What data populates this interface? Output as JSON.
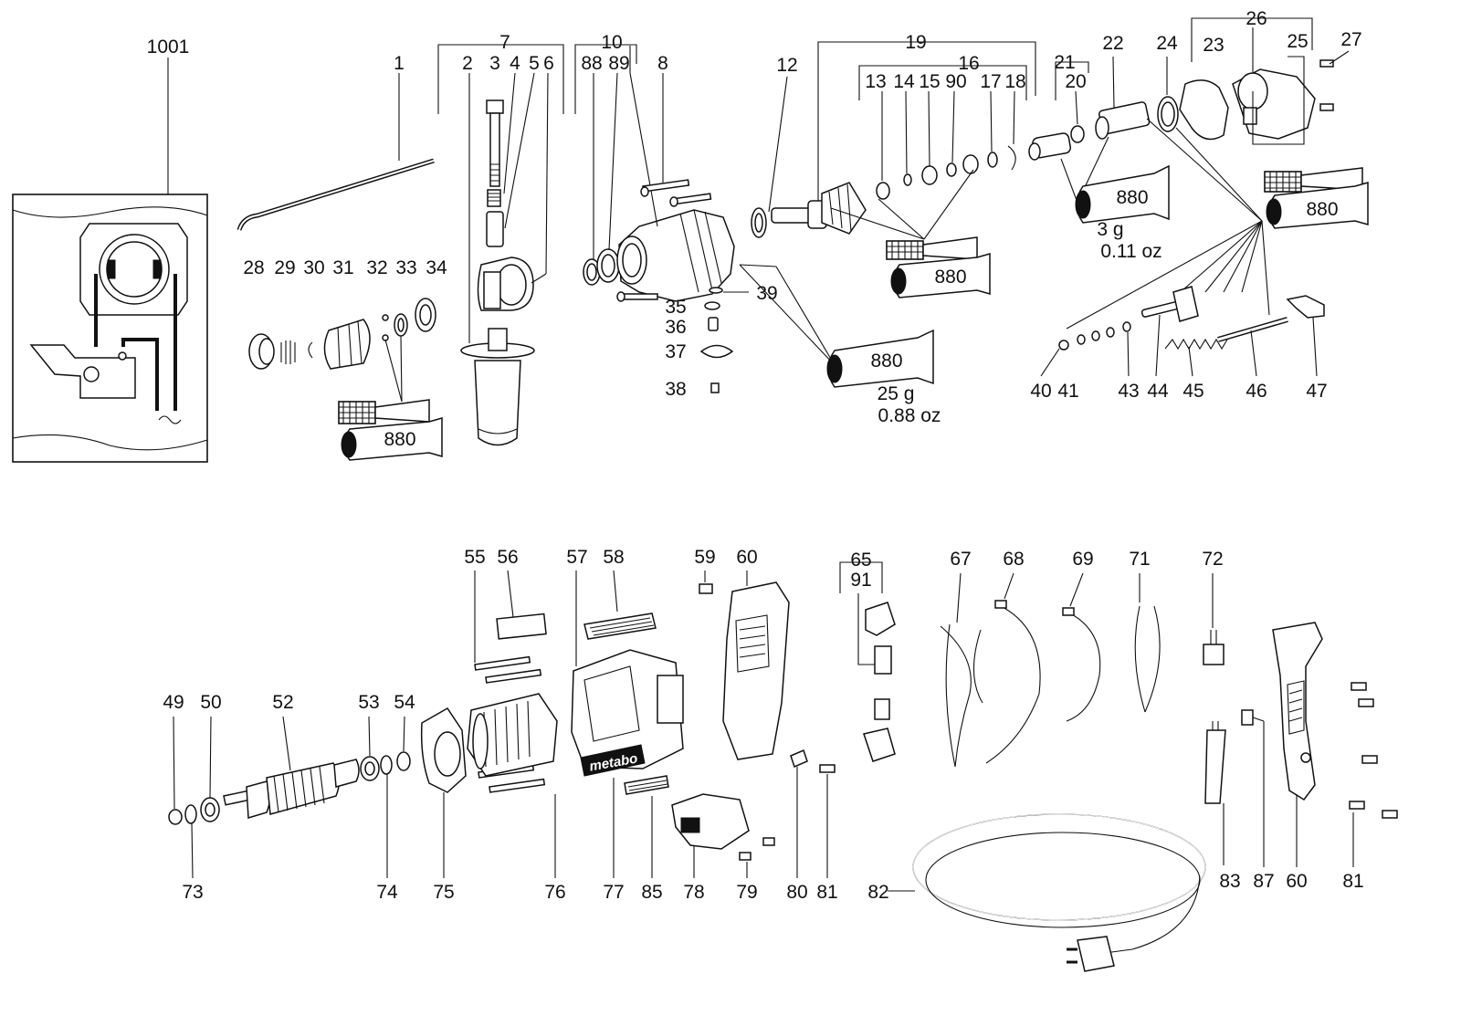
{
  "labels": {
    "l1001": "1001",
    "l1": "1",
    "l2": "2",
    "l3": "3",
    "l4": "4",
    "l5": "5",
    "l6": "6",
    "l7": "7",
    "l8": "8",
    "l10": "10",
    "l88": "88",
    "l89": "89",
    "l12": "12",
    "l13": "13",
    "l14": "14",
    "l15": "15",
    "l90": "90",
    "l16": "16",
    "l17": "17",
    "l18": "18",
    "l19": "19",
    "l20": "20",
    "l21": "21",
    "l22": "22",
    "l23": "23",
    "l24": "24",
    "l25": "25",
    "l26": "26",
    "l27": "27",
    "l28": "28",
    "l29": "29",
    "l30": "30",
    "l31": "31",
    "l32": "32",
    "l33": "33",
    "l34": "34",
    "l35": "35",
    "l36": "36",
    "l37": "37",
    "l38": "38",
    "l39": "39",
    "l40": "40",
    "l41": "41",
    "l43": "43",
    "l44": "44",
    "l45": "45",
    "l46": "46",
    "l47": "47",
    "l49": "49",
    "l50": "50",
    "l52": "52",
    "l53": "53",
    "l54": "54",
    "l55": "55",
    "l56": "56",
    "l57": "57",
    "l58": "58",
    "l59": "59",
    "l60a": "60",
    "l65": "65",
    "l91": "91",
    "l67": "67",
    "l68": "68",
    "l69": "69",
    "l71": "71",
    "l72": "72",
    "l73": "73",
    "l74": "74",
    "l75": "75",
    "l76": "76",
    "l77": "77",
    "l85": "85",
    "l78": "78",
    "l79": "79",
    "l80": "80",
    "l81a": "81",
    "l82": "82",
    "l83": "83",
    "l87": "87",
    "l60b": "60",
    "l81b": "81"
  },
  "tubes": {
    "label": "880",
    "q3g": "3 g",
    "q011": "0.11 oz",
    "q25g": "25 g",
    "q088": "0.88 oz"
  },
  "brand": "metabo"
}
